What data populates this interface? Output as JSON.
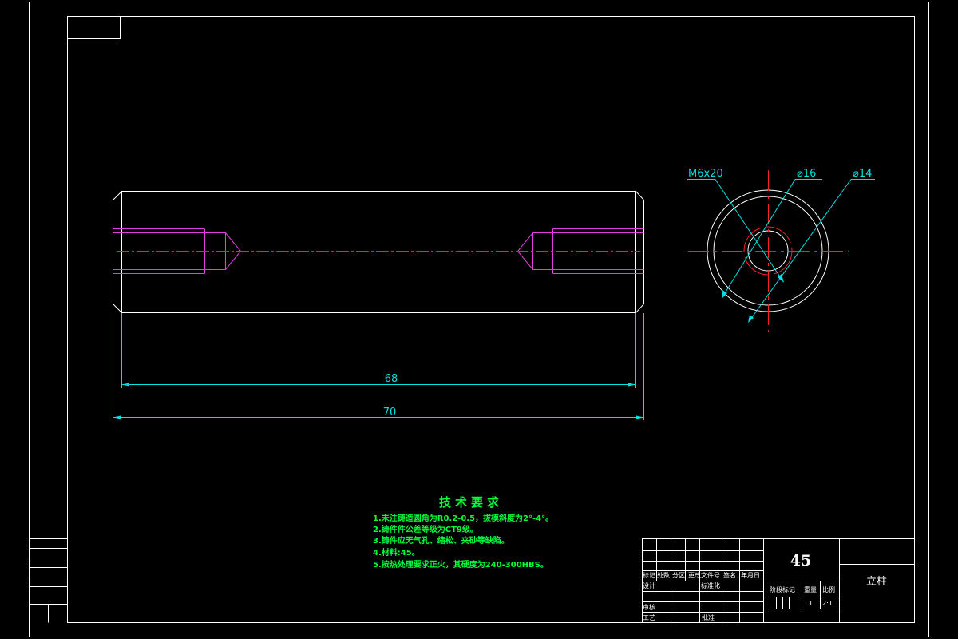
{
  "dimensions": {
    "d68": "68",
    "d70": "70",
    "thread": "M6x20",
    "dia16": "⌀16",
    "dia14": "⌀14"
  },
  "notes": {
    "title": "技术要求",
    "items": [
      "1.未注铸造圆角为R0.2-0.5，拔模斜度为2°-4°。",
      "2.铸件件公差等级为CT9级。",
      "3.铸件应无气孔、缩松、夹砂等缺陷。",
      "4.材料:45。",
      "5.按热处理要求正火，其硬度为240-300HBS。"
    ]
  },
  "title_block": {
    "material": "45",
    "part_name": "立柱",
    "headers": [
      "标记",
      "处数",
      "分区",
      "更改文件号",
      "签名",
      "年月日"
    ],
    "design": "设计",
    "standardization": "标准化",
    "review": "审核",
    "process": "工艺",
    "approve": "批准",
    "stage_mark": "阶段标记",
    "weight": "重量",
    "scale": "比例",
    "qty": "1",
    "scale_value": "2:1"
  },
  "colors": {
    "outline": "#ffffff",
    "thread": "#e040e0",
    "centerline": "#ff2020",
    "dimension": "#00e0e0",
    "notes": "#00ff3c"
  }
}
